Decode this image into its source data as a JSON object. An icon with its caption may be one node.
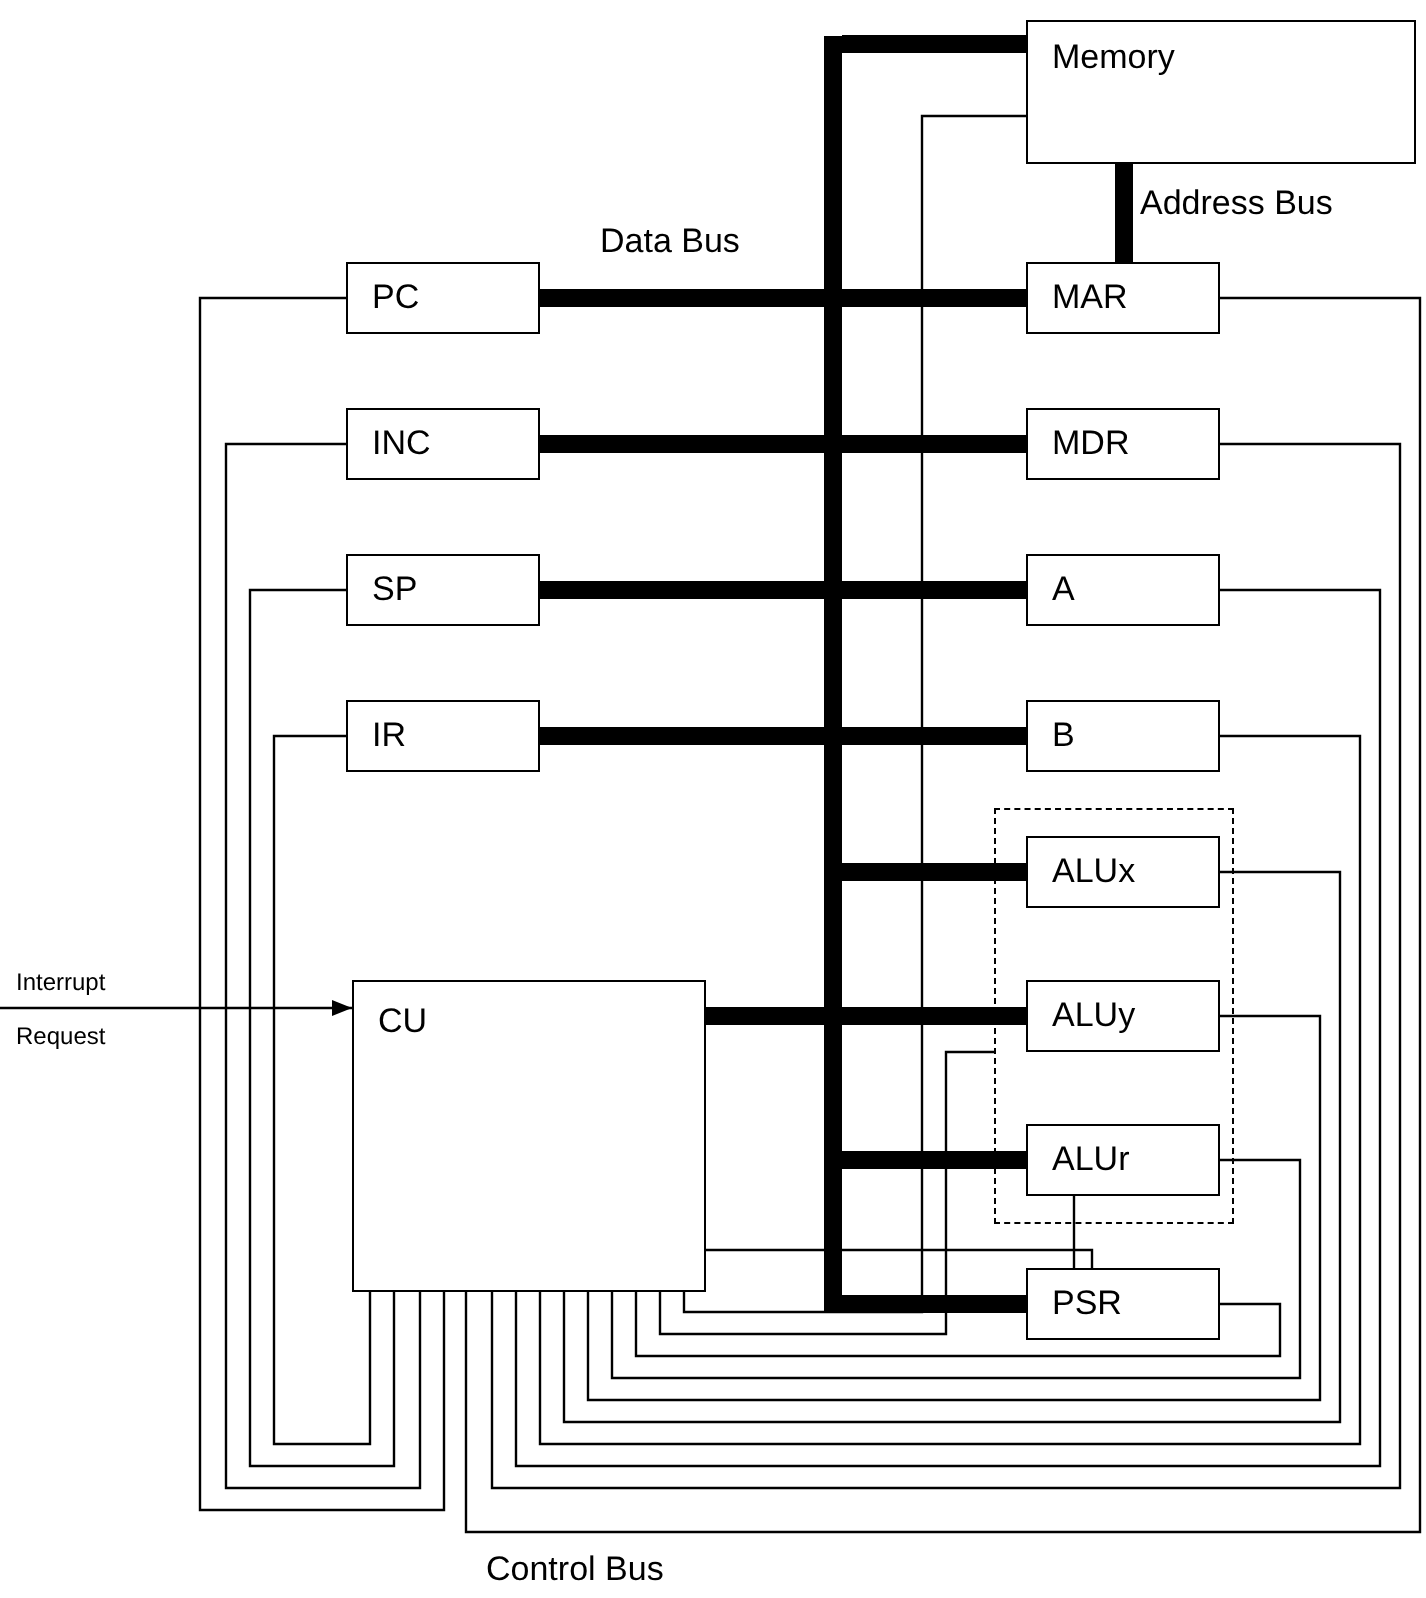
{
  "diagram": {
    "nodes": [
      {
        "text": [
          "Memory"
        ]
      },
      {
        "text": [],
        "shape": "bar",
        "beside": [
          "Data Bus"
        ]
      },
      {
        "text": [
          "PC"
        ]
      },
      {
        "text": [
          "MAR"
        ]
      },
      {
        "text": [
          "INC"
        ]
      },
      {
        "text": [
          "MDR"
        ]
      },
      {
        "text": [
          "SP"
        ]
      },
      {
        "text": [
          "A"
        ]
      },
      {
        "text": [
          "IR"
        ]
      },
      {
        "text": [
          "B"
        ]
      },
      {
        "text": [],
        "shape": "box"
      },
      {
        "text": [
          "ALUx"
        ],
        "in": 10
      },
      {
        "text": [
          "ALUy"
        ],
        "in": 10
      },
      {
        "text": [
          "ALUr"
        ],
        "in": 10
      },
      {
        "text": [
          "CU"
        ]
      },
      {
        "text": [
          "PSR"
        ]
      }
    ],
    "edges": [
      {
        "from": 1,
        "to": 0,
        "arrow": "none",
        "style": "thick"
      },
      {
        "from": 0,
        "to": 3,
        "arrow": "none",
        "style": "thick",
        "label": "Address Bus"
      },
      {
        "from": 2,
        "to": 1,
        "arrow": "none",
        "style": "thick"
      },
      {
        "from": 1,
        "to": 3,
        "arrow": "none",
        "style": "thick"
      },
      {
        "from": 4,
        "to": 1,
        "arrow": "none",
        "style": "thick"
      },
      {
        "from": 1,
        "to": 5,
        "arrow": "none",
        "style": "thick"
      },
      {
        "from": 6,
        "to": 1,
        "arrow": "none",
        "style": "thick"
      },
      {
        "from": 1,
        "to": 7,
        "arrow": "none",
        "style": "thick"
      },
      {
        "from": 8,
        "to": 1,
        "arrow": "none",
        "style": "thick"
      },
      {
        "from": 1,
        "to": 9,
        "arrow": "none",
        "style": "thick"
      },
      {
        "from": 1,
        "to": 11,
        "arrow": "none",
        "style": "thick"
      },
      {
        "from": 14,
        "to": 1,
        "arrow": "none",
        "style": "thick"
      },
      {
        "from": 1,
        "to": 12,
        "arrow": "none",
        "style": "thick"
      },
      {
        "from": 1,
        "to": 13,
        "arrow": "none",
        "style": "thick"
      },
      {
        "from": 1,
        "to": 15,
        "arrow": "none",
        "style": "thick"
      },
      {
        "from": null,
        "to": 14,
        "arrow": "to",
        "label": "Interrupt Request"
      },
      {
        "from": 14,
        "to": 8,
        "arrow": "none"
      },
      {
        "from": 14,
        "to": 6,
        "arrow": "none"
      },
      {
        "from": 14,
        "to": 4,
        "arrow": "none"
      },
      {
        "from": 14,
        "to": 2,
        "arrow": "none"
      },
      {
        "from": 14,
        "to": 3,
        "arrow": "none"
      },
      {
        "from": 14,
        "to": 5,
        "arrow": "none"
      },
      {
        "from": 14,
        "to": 7,
        "arrow": "none"
      },
      {
        "from": 14,
        "to": 9,
        "arrow": "none"
      },
      {
        "from": 14,
        "to": 11,
        "arrow": "none"
      },
      {
        "from": 14,
        "to": 12,
        "arrow": "none"
      },
      {
        "from": 14,
        "to": 13,
        "arrow": "none"
      },
      {
        "from": 14,
        "to": 15,
        "arrow": "none"
      },
      {
        "from": 14,
        "to": 10,
        "arrow": "none"
      },
      {
        "from": 14,
        "to": 0,
        "arrow": "none"
      },
      {
        "from": 14,
        "to": 15,
        "arrow": "none"
      },
      {
        "from": 13,
        "to": 15,
        "arrow": "none"
      }
    ],
    "labels": [
      "Control Bus"
    ]
  }
}
